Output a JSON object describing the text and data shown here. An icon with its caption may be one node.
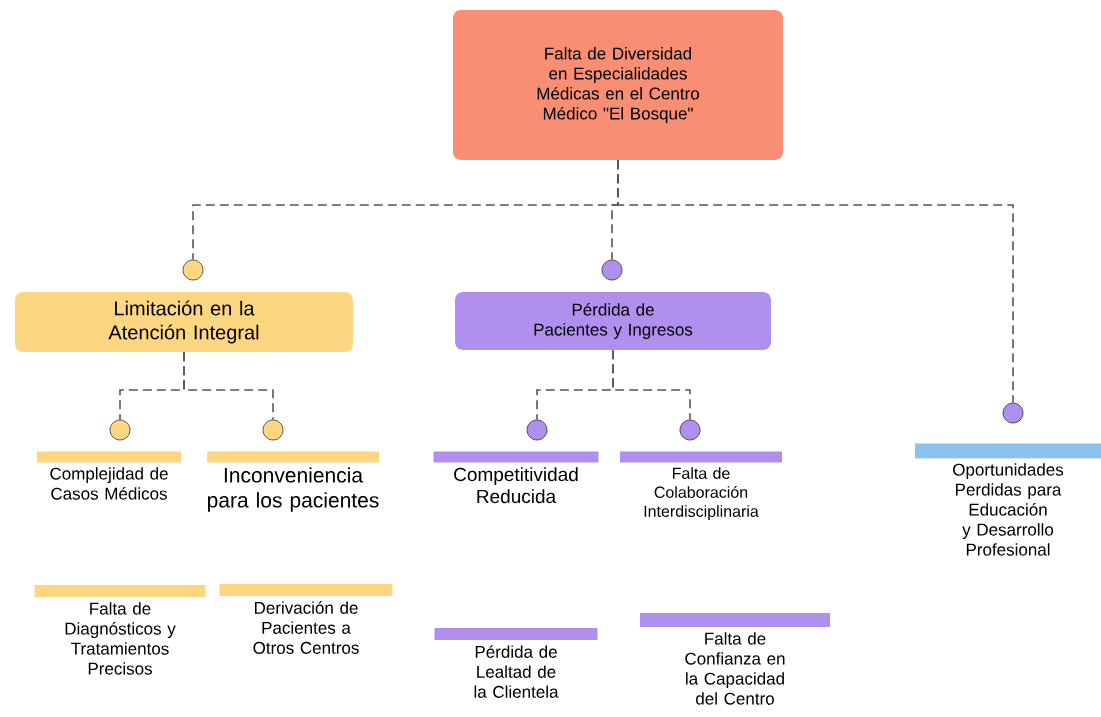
{
  "diagram": {
    "nodes": [
      {
        "text": [
          "Falta de Diversidad en Especialidades Médicas en el Centro Médico \"El Bosque\""
        ]
      },
      {
        "text": [],
        "shape": "circle"
      },
      {
        "text": [],
        "shape": "circle"
      },
      {
        "text": [],
        "shape": "circle"
      },
      {
        "text": [
          "Limitación en la Atención Integral"
        ]
      },
      {
        "text": [
          "Pérdida de Pacientes y Ingresos"
        ]
      },
      {
        "text": [],
        "shape": "circle"
      },
      {
        "text": [],
        "shape": "circle"
      },
      {
        "text": [],
        "shape": "circle"
      },
      {
        "text": [],
        "shape": "circle"
      },
      {
        "text": [
          "Complejidad de Casos Médicos"
        ]
      },
      {
        "text": [
          "Inconveniencia para los pacientes"
        ]
      },
      {
        "text": [
          "Competitividad Reducida"
        ]
      },
      {
        "text": [
          "Falta de Colaboración Interdisciplinaria"
        ]
      },
      {
        "text": [
          "Oportunidades Perdidas para Educación y Desarrollo Profesional"
        ]
      },
      {
        "text": [
          "Falta de Diagnósticos y Tratamientos Precisos"
        ]
      },
      {
        "text": [
          "Derivación de Pacientes a Otros Centros"
        ]
      },
      {
        "text": [
          "Pérdida de Lealtad de la Clientela"
        ]
      },
      {
        "text": [
          "Falta de Confianza en la Capacidad del Centro"
        ]
      }
    ],
    "edges": [
      {
        "from": 0,
        "to": 1,
        "arrow": "none",
        "style": "dashed"
      },
      {
        "from": 0,
        "to": 2,
        "arrow": "none",
        "style": "dashed"
      },
      {
        "from": 0,
        "to": 3,
        "arrow": "none",
        "style": "dashed"
      },
      {
        "from": 4,
        "to": 6,
        "arrow": "none",
        "style": "dashed"
      },
      {
        "from": 4,
        "to": 7,
        "arrow": "none",
        "style": "dashed"
      },
      {
        "from": 5,
        "to": 8,
        "arrow": "none",
        "style": "dashed"
      },
      {
        "from": 5,
        "to": 9,
        "arrow": "none",
        "style": "dashed"
      }
    ]
  }
}
